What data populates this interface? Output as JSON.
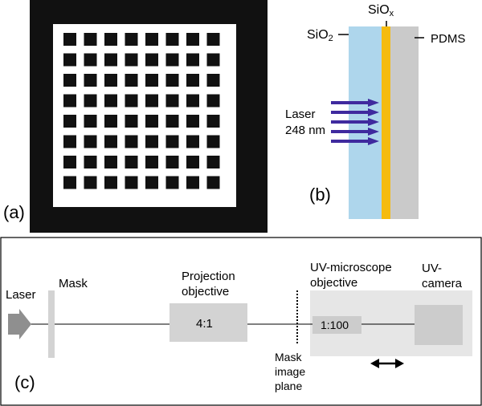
{
  "panel_a": {
    "label": "(a)",
    "grid_rows": 8,
    "grid_cols": 8,
    "colors": {
      "frame": "#111111",
      "field": "#ffffff",
      "square": "#111111"
    }
  },
  "panel_b": {
    "label": "(b)",
    "sio2_label": "SiO",
    "sio2_sub": "2",
    "siox_label": "SiO",
    "siox_sub": "x",
    "pdms_label": "PDMS",
    "laser_line1": "Laser",
    "laser_line2": "248 nm",
    "arrow_count": 5,
    "colors": {
      "sio2": "#aed6ec",
      "siox": "#f5bb0f",
      "pdms": "#cacaca",
      "arrow": "#3f2a9e"
    }
  },
  "panel_c": {
    "label": "(c)",
    "laser_label": "Laser",
    "mask_label": "Mask",
    "projection_line1": "Projection",
    "projection_line2": "objective",
    "ratio_projection": "4:1",
    "uv_microscope_line1": "UV-microscope",
    "uv_microscope_line2": "objective",
    "ratio_microscope": "1:100",
    "uv_camera_line1": "UV-",
    "uv_camera_line2": "camera",
    "mask_plane_line1": "Mask",
    "mask_plane_line2": "image",
    "mask_plane_line3": "plane",
    "colors": {
      "component": "#d3d3d3",
      "stage": "#e6e6e6",
      "inner": "#cccccc",
      "laser_arrow": "#8f8f8f"
    }
  }
}
